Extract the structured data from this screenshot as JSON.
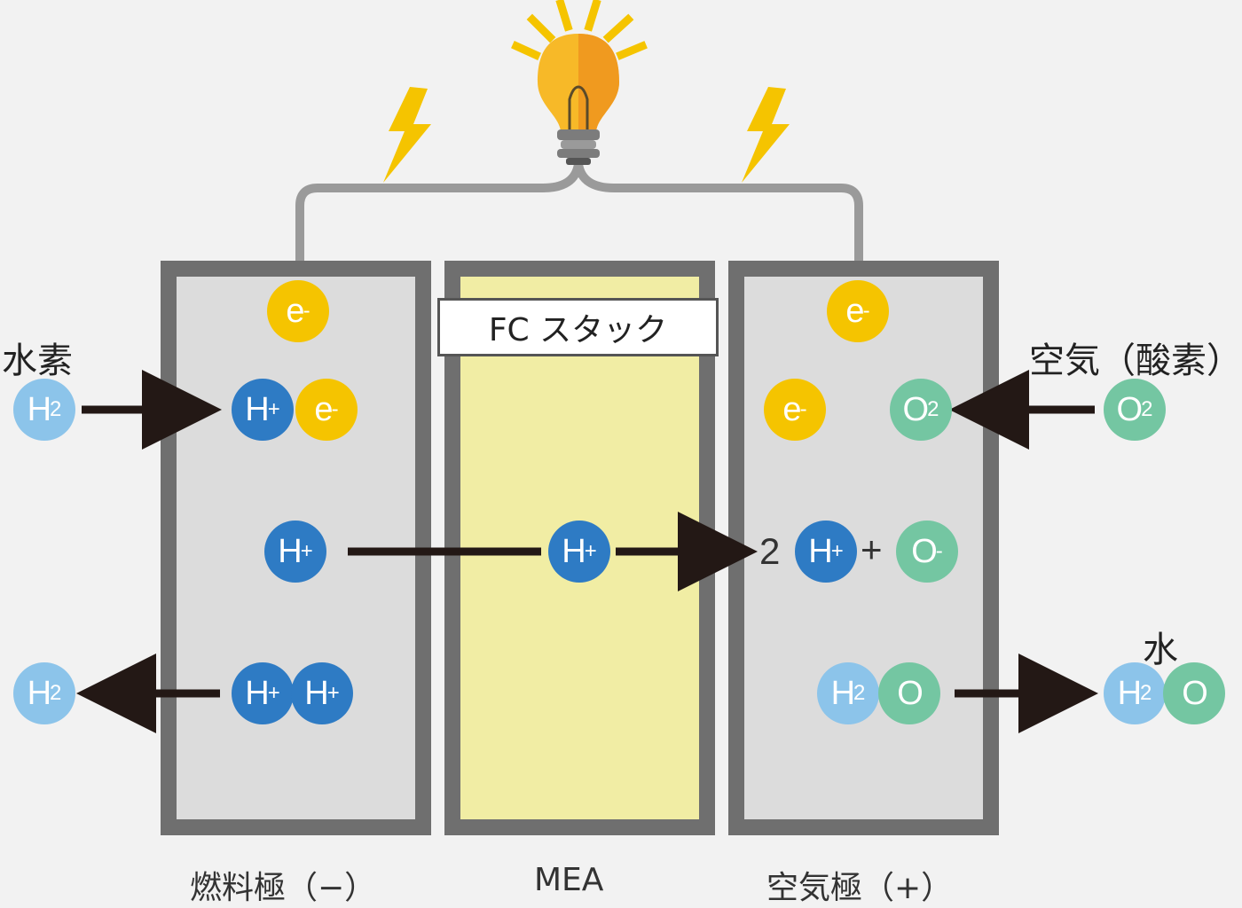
{
  "labels": {
    "fuel_electrode": "燃料極（−）",
    "mea": "MEA",
    "air_electrode": "空気極（+）",
    "fc_stack": "FC スタック",
    "hydrogen": "水素",
    "air_oxygen": "空気（酸素）",
    "water": "水"
  },
  "symbols": {
    "h2": "H",
    "h2_sub": "2",
    "h": "H",
    "plus": "+",
    "e": "e",
    "minus": "-",
    "o2": "O",
    "o2_sub": "2",
    "o": "O",
    "coef_2": "2",
    "op_plus": "+"
  },
  "colors": {
    "hydrogen_molecule": "#8cc4ea",
    "proton": "#2e7bc4",
    "electron": "#f5c400",
    "oxygen": "#74c6a2",
    "frame": "#6f6f6f",
    "electrode_fill": "#dcdcdc",
    "mea_fill": "#f1eda4",
    "bulb": "#f7b928"
  },
  "icons": [
    "light-bulb-icon",
    "lightning-icon"
  ]
}
